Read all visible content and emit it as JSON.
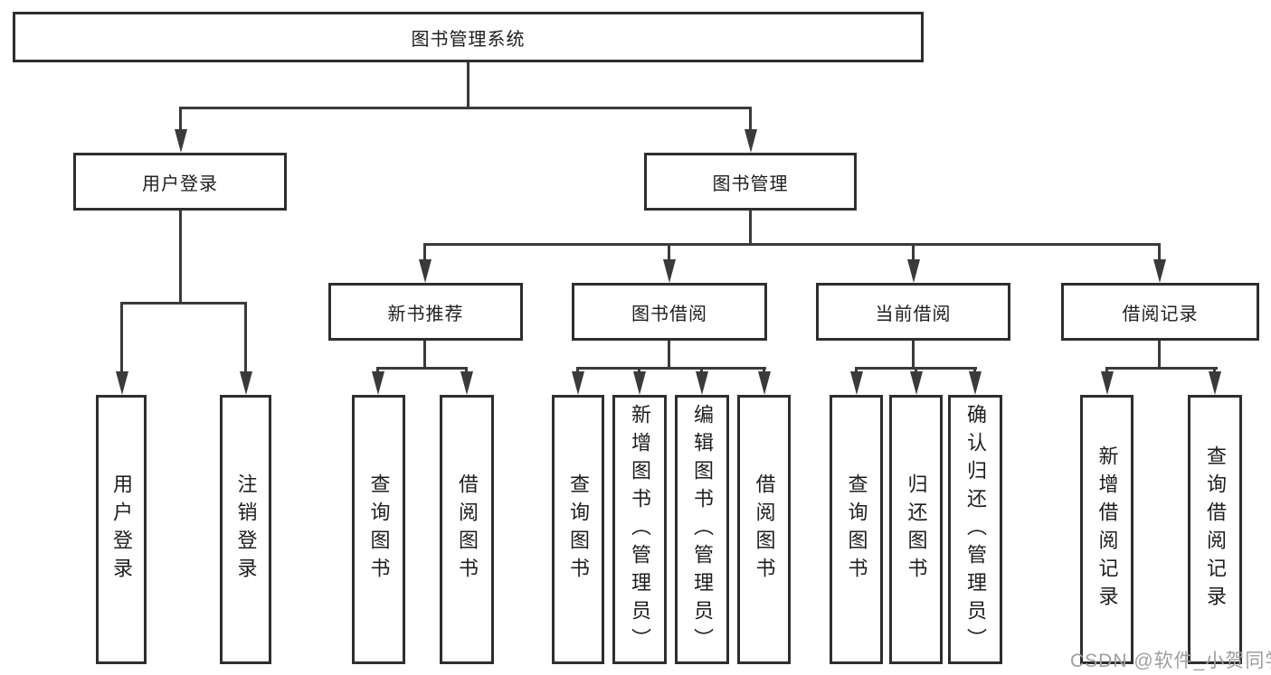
{
  "tree": {
    "root": "图书管理系统",
    "branches": [
      {
        "label": "用户登录",
        "children": [
          "用户登录",
          "注销登录"
        ]
      },
      {
        "label": "图书管理",
        "sections": [
          {
            "label": "新书推荐",
            "children": [
              "查询图书",
              "借阅图书"
            ]
          },
          {
            "label": "图书借阅",
            "children": [
              "查询图书",
              "新增图书（管理员）",
              "编辑图书（管理员）",
              "借阅图书"
            ]
          },
          {
            "label": "当前借阅",
            "children": [
              "查询图书",
              "归还图书",
              "确认归还（管理员）"
            ]
          },
          {
            "label": "借阅记录",
            "children": [
              "新增借阅记录",
              "查询借阅记录"
            ]
          }
        ]
      }
    ]
  },
  "watermark": {
    "text": "CSDN @软件_小贺同学"
  },
  "colors": {
    "line": "#3a3a3a",
    "border": "#2e2e2e",
    "text": "#1e1e1e",
    "watermark": "#9e9e9e",
    "background": "#ffffff"
  }
}
